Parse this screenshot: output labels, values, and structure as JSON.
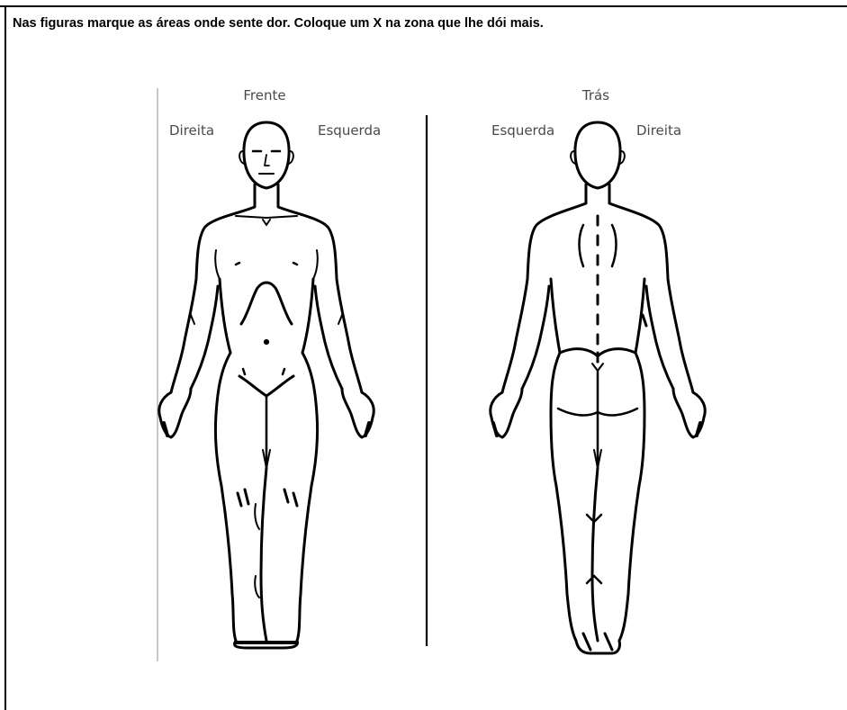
{
  "instruction": "Nas figuras marque as áreas onde sente dor. Coloque um X na zona que lhe dói mais.",
  "front": {
    "title": "Frente",
    "left_label": "Direita",
    "right_label": "Esquerda"
  },
  "back": {
    "title": "Trás",
    "left_label": "Esquerda",
    "right_label": "Direita"
  }
}
